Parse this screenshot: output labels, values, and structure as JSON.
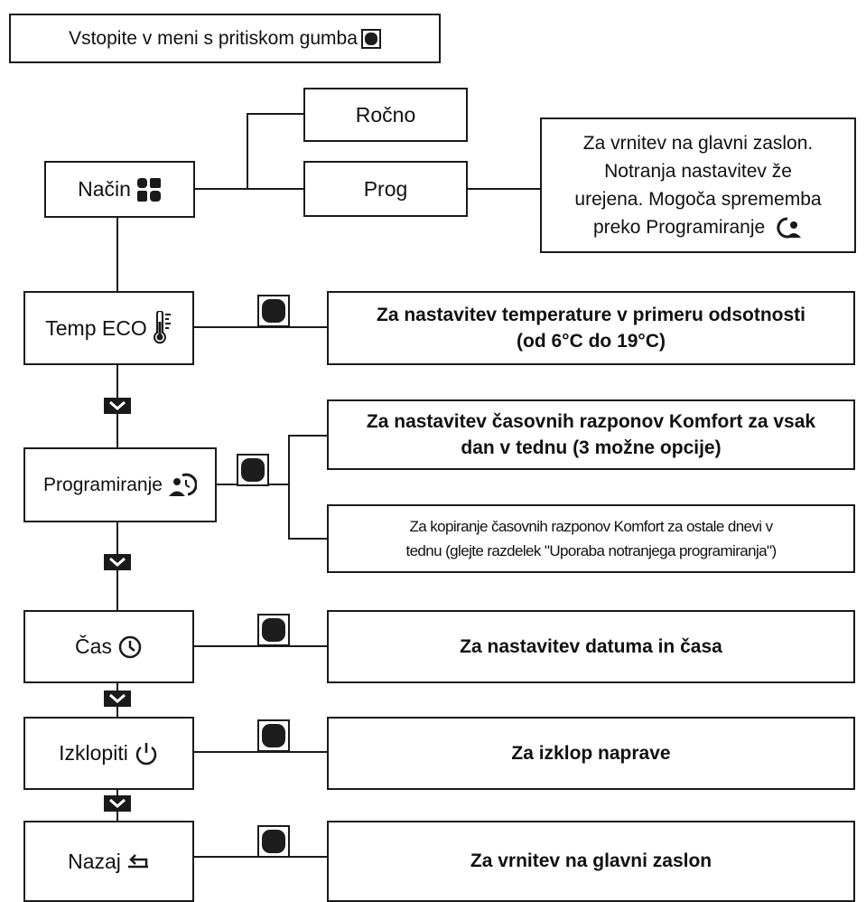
{
  "header": {
    "text": "Vstopite v meni s pritiskom gumba"
  },
  "mode": {
    "label": "Način",
    "options": [
      "Ročno",
      "Prog"
    ],
    "prog_note_lines": [
      "Za vrnitev na glavni zaslon.",
      "Notranja nastavitev že",
      "urejena. Mogoča sprememba",
      "preko Programiranje"
    ]
  },
  "items": [
    {
      "label": "Temp ECO",
      "icon": "thermometer-icon",
      "desc_lines": [
        "Za nastavitev temperature v primeru odsotnosti",
        "(od 6°C do 19°C)"
      ]
    },
    {
      "label": "Programiranje",
      "icon": "programming-clock-icon",
      "desc1_lines": [
        "Za nastavitev časovnih razponov Komfort za vsak",
        "dan v tednu (3 možne opcije)"
      ],
      "desc2_lines": [
        "Za kopiranje časovnih razponov Komfort za ostale dnevi v",
        "tednu (glejte razdelek \"Uporaba notranjega programiranja\")"
      ]
    },
    {
      "label": "Čas",
      "icon": "clock-icon",
      "desc": "Za nastavitev datuma in časa"
    },
    {
      "label": "Izklopiti",
      "icon": "power-icon",
      "desc": "Za izklop naprave"
    },
    {
      "label": "Nazaj",
      "icon": "back-arrow-icon",
      "desc": "Za vrnitev na glavni zaslon"
    }
  ]
}
